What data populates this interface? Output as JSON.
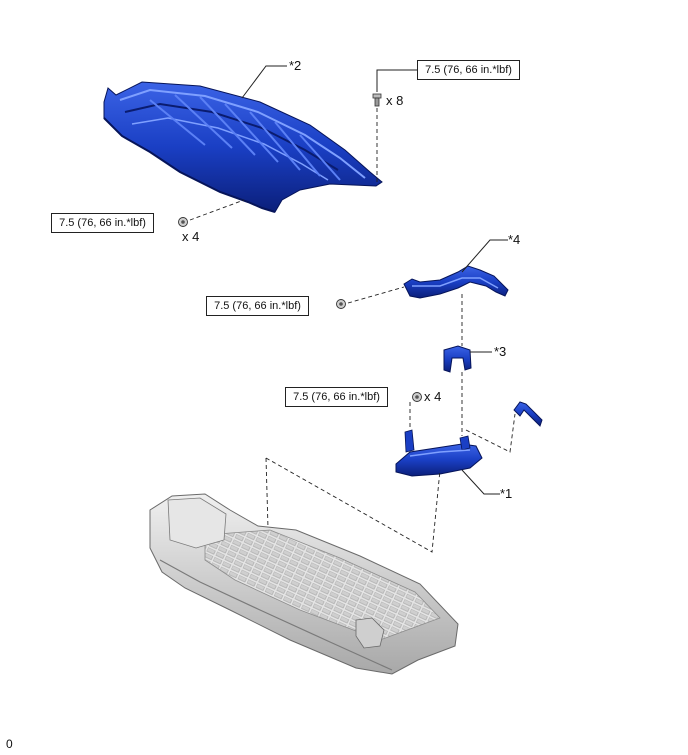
{
  "diagram": {
    "torque_labels": [
      "7.5 (76, 66 in.*lbf)",
      "7.5 (76, 66 in.*lbf)",
      "7.5 (76, 66 in.*lbf)",
      "7.5 (76, 66 in.*lbf)"
    ],
    "quantities": [
      "x 8",
      "x 4",
      "x 4"
    ],
    "part_labels": [
      "*1",
      "*2",
      "*3",
      "*4"
    ],
    "footer_code": "0"
  },
  "colors": {
    "part_blue": "#1a3fc4",
    "part_blue_dark": "#0b1f7a",
    "part_blue_light": "#4a6fe8",
    "battery_gray": "#d9d9d9",
    "battery_gray_dark": "#8c8c8c",
    "line": "#222222"
  }
}
